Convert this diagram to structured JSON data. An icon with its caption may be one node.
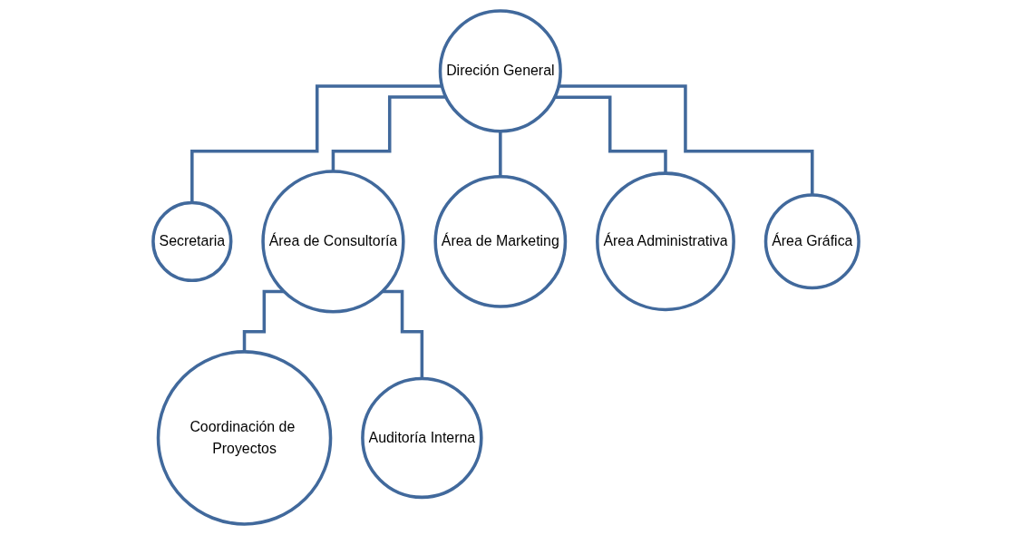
{
  "diagram": {
    "nodes": [
      {
        "text": [
          "Direción General"
        ]
      },
      {
        "text": [
          "Secretaria"
        ]
      },
      {
        "text": [
          "Área de Consultoría"
        ]
      },
      {
        "text": [
          "Área de Marketing"
        ]
      },
      {
        "text": [
          "Área Administrativa"
        ]
      },
      {
        "text": [
          "Área Gráfica"
        ]
      },
      {
        "text": [
          "Coordinación de Proyectos"
        ]
      },
      {
        "text": [
          "Auditoría Interna"
        ]
      }
    ],
    "edges": [
      {
        "from": 0,
        "to": 1,
        "arrow": "none"
      },
      {
        "from": 0,
        "to": 2,
        "arrow": "none"
      },
      {
        "from": 0,
        "to": 3,
        "arrow": "none"
      },
      {
        "from": 0,
        "to": 4,
        "arrow": "none"
      },
      {
        "from": 0,
        "to": 5,
        "arrow": "none"
      },
      {
        "from": 2,
        "to": 6,
        "arrow": "none"
      },
      {
        "from": 2,
        "to": 7,
        "arrow": "none"
      }
    ]
  }
}
